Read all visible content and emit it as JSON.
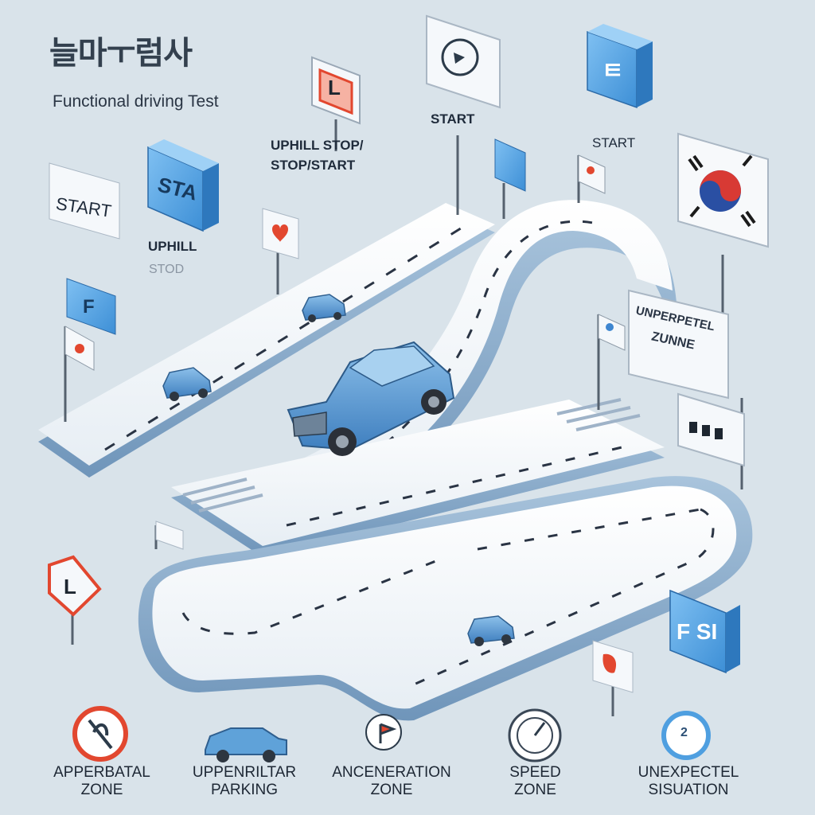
{
  "title": {
    "korean": "늘마ㅜ럼사",
    "english": "Functional driving Test"
  },
  "scene_labels": {
    "start_left": "START",
    "start_top": "START",
    "start_right": "START",
    "uphill_stop_start_line1": "UPHILL STOP/",
    "uphill_stop_start_line2": "STOP/START",
    "uphill": "UPHILL",
    "uphill_sub": "STOD",
    "zone_sign_line1": "UNPERPETEL",
    "zone_sign_line2": "ZUNNE"
  },
  "signs": {
    "block_sign_left_text": "STA",
    "block_sign_right_text": "F",
    "block_sign_top_right_text": "ㅌ",
    "block_sign_fs_text": "F SI",
    "l_sign_text": "L"
  },
  "legend": [
    {
      "line1": "APPERBATAL",
      "line2": "ZONE",
      "icon": "no-turn-sign-icon"
    },
    {
      "line1": "UPPENRILTAR",
      "line2": "PARKING",
      "icon": "car-icon"
    },
    {
      "line1": "ANCENERATION",
      "line2": "ZONE",
      "icon": "flag-icon"
    },
    {
      "line1": "SPEED",
      "line2": "ZONE",
      "icon": "speedometer-icon"
    },
    {
      "line1": "UNEXPECTEL",
      "line2": "SISUATION",
      "icon": "number-two-sign-icon"
    }
  ],
  "colors": {
    "background": "#d9e3ea",
    "road": "#f2f6f9",
    "road_edge": "#9db7cf",
    "sign_blue": "#4f9fe0",
    "accent_red": "#e2472f",
    "car_blue": "#5fa2d9"
  }
}
